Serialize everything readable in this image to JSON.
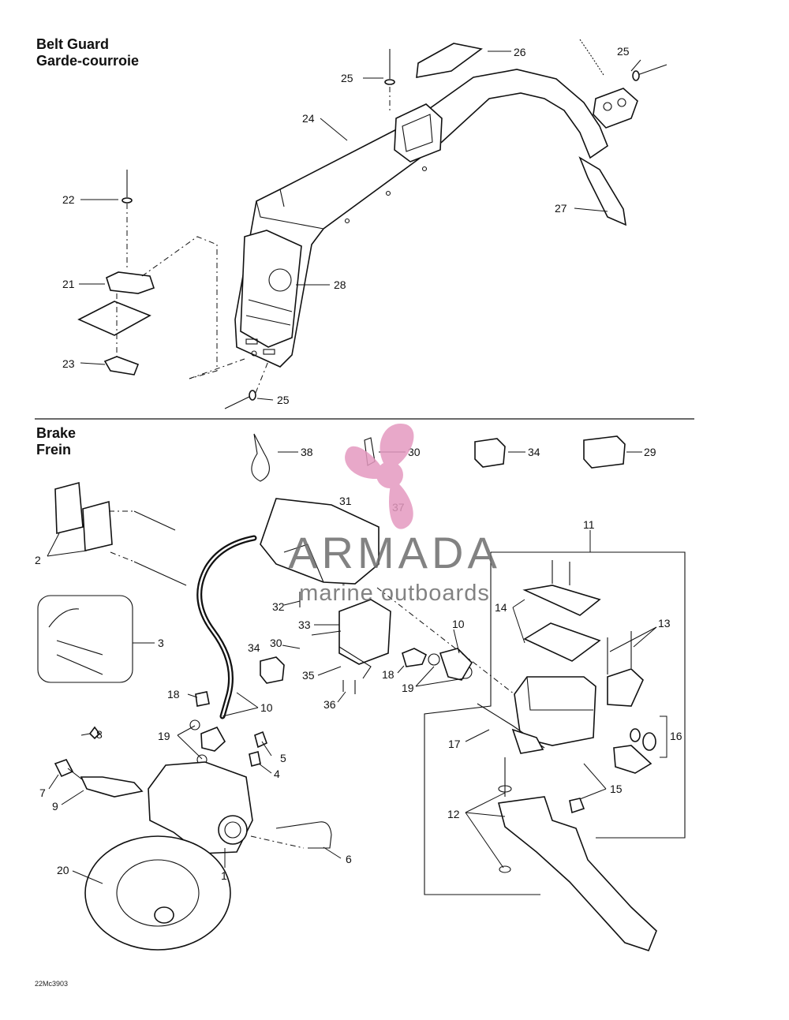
{
  "sections": {
    "belt_guard": {
      "title_en": "Belt Guard",
      "title_fr": "Garde-courroie"
    },
    "brake": {
      "title_en": "Brake",
      "title_fr": "Frein"
    }
  },
  "callouts": {
    "c26": "26",
    "c25a": "25",
    "c25b": "25",
    "c25c": "25",
    "c24": "24",
    "c22": "22",
    "c21": "21",
    "c23": "23",
    "c27": "27",
    "c28": "28",
    "c38": "38",
    "c30a": "30",
    "c34a": "34",
    "c29": "29",
    "c31": "31",
    "c37": "37",
    "c11": "11",
    "c2": "2",
    "c3": "3",
    "c32": "32",
    "c33": "33",
    "c34b": "34",
    "c30b": "30",
    "c35": "35",
    "c36": "36",
    "c18a": "18",
    "c18b": "18",
    "c10a": "10",
    "c10b": "10",
    "c19a": "19",
    "c19b": "19",
    "c14": "14",
    "c13": "13",
    "c17": "17",
    "c16": "16",
    "c15": "15",
    "c12": "12",
    "c8": "8",
    "c5": "5",
    "c4": "4",
    "c7": "7",
    "c9": "9",
    "c6": "6",
    "c1": "1",
    "c20": "20"
  },
  "watermark": {
    "brand": "ARMADA",
    "tagline": "marine outboards",
    "color": "#e59ac0"
  },
  "figure_code": "22Mc3903"
}
